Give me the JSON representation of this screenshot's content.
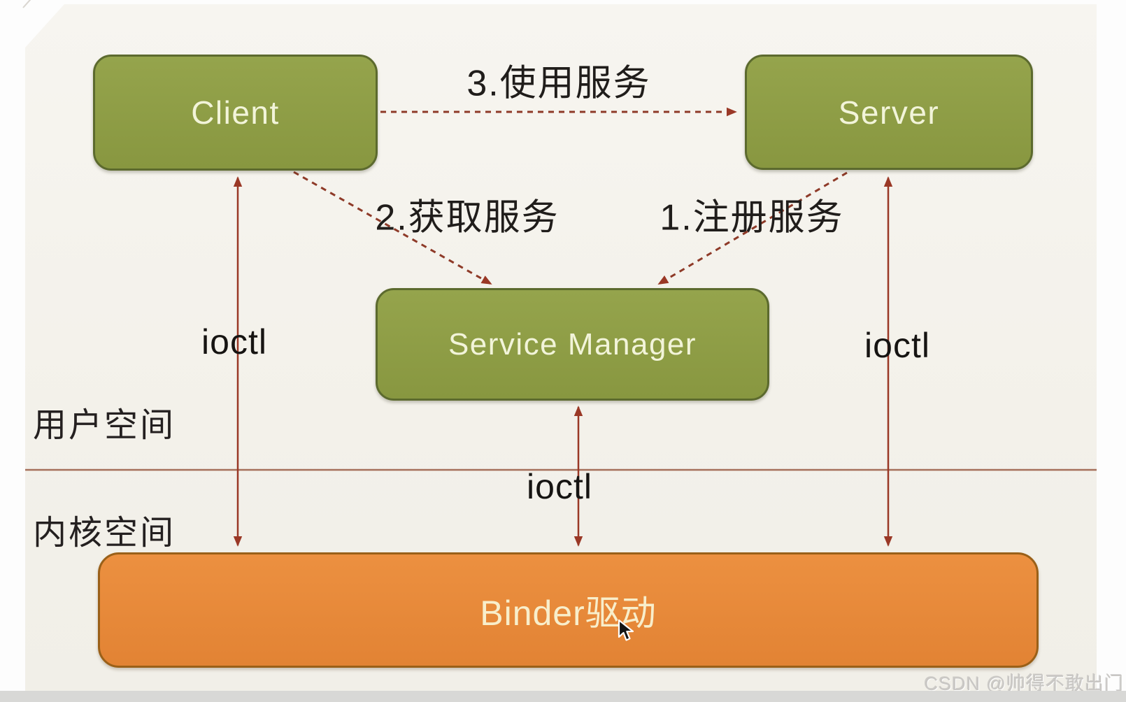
{
  "slide": {
    "regions": {
      "user_space": "用户空间",
      "kernel_space": "内核空间"
    },
    "nodes": {
      "client": "Client",
      "server": "Server",
      "service_manager": "Service Manager",
      "binder_driver": "Binder驱动"
    },
    "edges": {
      "use_service": "3.使用服务",
      "get_service": "2.获取服务",
      "register_service": "1.注册服务",
      "ioctl_left": "ioctl",
      "ioctl_center": "ioctl",
      "ioctl_right": "ioctl"
    },
    "colors": {
      "node_green": "#8c9b41",
      "node_green_border": "#5c6a2e",
      "driver_orange": "#e78a3b",
      "driver_orange_border": "#9a6018",
      "arrow_red": "#9a3826",
      "dashed_red": "#8e3a28",
      "divider_brown": "#a5705a",
      "label_text": "#f2f4d9"
    }
  },
  "watermark": "CSDN @帅得不敢出门"
}
